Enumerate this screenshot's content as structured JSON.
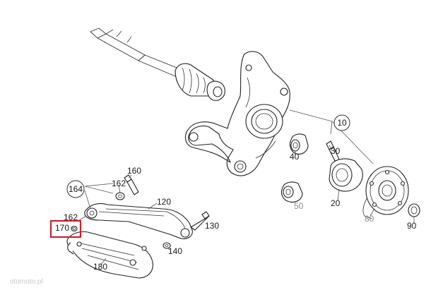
{
  "diagram": {
    "callouts": {
      "c10": "10",
      "c20": "20",
      "c30": "30",
      "c40": "40",
      "c50": "50",
      "c80": "80",
      "c90": "90",
      "c120": "120",
      "c130": "130",
      "c140": "140",
      "c160": "160",
      "c162a": "162",
      "c162b": "162",
      "c164": "164",
      "c170": "170",
      "c180": "180"
    },
    "highlighted_callout": "170",
    "highlight_color": "#d0202a",
    "watermark": "otomoto.pl"
  }
}
